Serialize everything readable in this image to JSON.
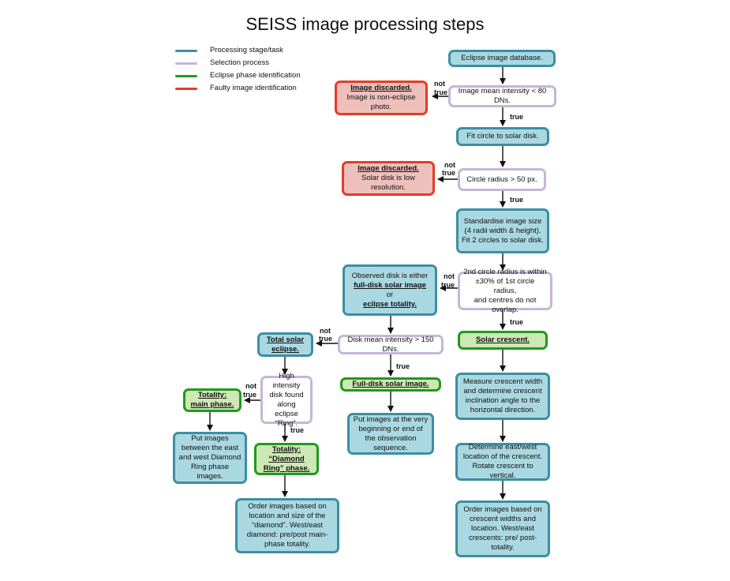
{
  "title": "SEISS image processing steps",
  "legend": [
    {
      "label": "Processing stage/task",
      "color": "#3c8fa3"
    },
    {
      "label": "Selection process",
      "color": "#c5b6d8"
    },
    {
      "label": "Eclipse phase identification",
      "color": "#1f9a1f"
    },
    {
      "label": "Faulty image identification",
      "color": "#e53c26"
    }
  ],
  "nodes": {
    "db": {
      "text": "Eclipse image database."
    },
    "intensity": {
      "text": "Image mean intensity < 80 DNs."
    },
    "discard1": {
      "heading": "Image discarded.",
      "text": "Image is non-eclipse photo."
    },
    "fit1": {
      "text": "Fit circle to solar disk."
    },
    "radius": {
      "text": "Circle radius > 50 px."
    },
    "discard2": {
      "heading": "Image discarded.",
      "text": "Solar disk is low resolution."
    },
    "standardise": {
      "text": "Standardise image size (4 radii width & height). Fit 2 circles to solar disk."
    },
    "circle2": {
      "line1": "2nd circle radius is within",
      "line2": "±30% of 1st circle radius,",
      "line3": "and centres do not overlap."
    },
    "observed": {
      "text1": "Observed disk is either",
      "u1": "full-disk solar image",
      "or": "or",
      "u2": "eclipse totality."
    },
    "crescent": {
      "heading": "Solar crescent."
    },
    "disk_intensity": {
      "text": "Disk mean intensity > 150 DNs."
    },
    "total": {
      "heading": "Total solar eclipse."
    },
    "fulldisk": {
      "heading": "Full-disk solar image."
    },
    "high": {
      "text": "High intensity disk found along eclipse “Ring”."
    },
    "main": {
      "heading": "Totality: main phase."
    },
    "diamond": {
      "heading1": "Totality:",
      "heading2": "“Diamond Ring” phase."
    },
    "put_between": {
      "text": "Put images between the east and west Diamond Ring phase images."
    },
    "put_begin": {
      "text": "Put images at the very beginning or end of the observation sequence."
    },
    "measure": {
      "text": "Measure crescent width and determine crescent inclination angle to the horizontal direction."
    },
    "determine": {
      "text": "Determine east/west location of the crescent. Rotate crescent to vertical."
    },
    "order_diamond": {
      "text": "Order images based on location and size of the “diamond”. West/east diamond: pre/post main-phase totality."
    },
    "order_crescent": {
      "text": "Order images based on crescent widths and location. West/east crescents: pre/ post-totality."
    }
  },
  "edge_labels": {
    "true": "true",
    "not": "not",
    "not_true": "not true"
  }
}
